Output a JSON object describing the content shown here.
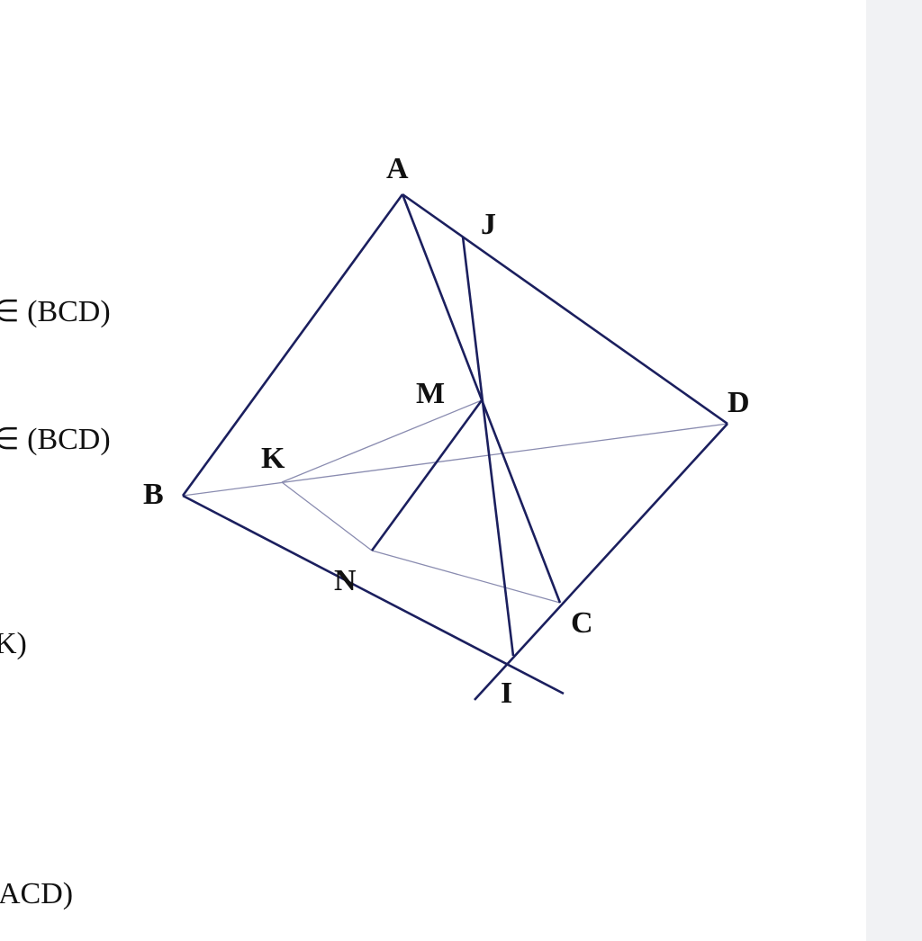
{
  "text_fragments": [
    "∈ (BCD)",
    "∈ (BCD)",
    "K)",
    "ACD)"
  ],
  "points": [
    "A",
    "J",
    "M",
    "D",
    "K",
    "B",
    "N",
    "C",
    "I"
  ],
  "colors": {
    "line": "#1b1f5e",
    "thin_line": "#8a8cb0",
    "side_panel": "#f1f2f4"
  }
}
